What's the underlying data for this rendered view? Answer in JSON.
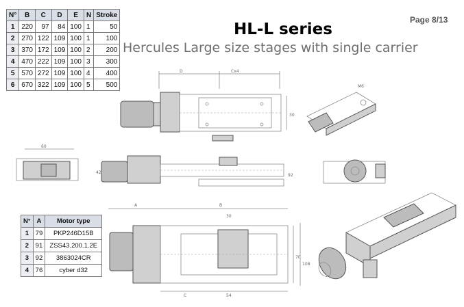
{
  "page": {
    "number": "Page 8/13"
  },
  "header": {
    "title": "HL-L series",
    "subtitle": "Hercules Large size stages with single carrier"
  },
  "dimensions_table": {
    "headers": [
      "N°",
      "B",
      "C",
      "D",
      "E",
      "N",
      "Stroke"
    ],
    "rows": [
      [
        "1",
        "220",
        "97",
        "84",
        "100",
        "1",
        "50"
      ],
      [
        "2",
        "270",
        "122",
        "109",
        "100",
        "1",
        "100"
      ],
      [
        "3",
        "370",
        "172",
        "109",
        "100",
        "2",
        "200"
      ],
      [
        "4",
        "470",
        "222",
        "109",
        "100",
        "3",
        "300"
      ],
      [
        "5",
        "570",
        "272",
        "109",
        "100",
        "4",
        "400"
      ],
      [
        "6",
        "670",
        "322",
        "109",
        "100",
        "5",
        "500"
      ]
    ]
  },
  "motor_table": {
    "headers": [
      "N°",
      "A",
      "Motor type"
    ],
    "rows": [
      [
        "1",
        "79",
        "PKP246D15B"
      ],
      [
        "2",
        "91",
        "ZSS43.200.1.2E"
      ],
      [
        "3",
        "92",
        "3863024CR"
      ],
      [
        "4",
        "76",
        "cyber d32"
      ]
    ]
  },
  "drawing_labels": {
    "d": "D",
    "cx4": "Cx4",
    "m6": "M6",
    "dim_60": "60",
    "dim_30": "30",
    "a": "A",
    "b": "B",
    "c": "C",
    "dim_54": "54",
    "dim_70": "70",
    "dim_108": "108",
    "dim_92": "92",
    "dim_42": "42"
  }
}
